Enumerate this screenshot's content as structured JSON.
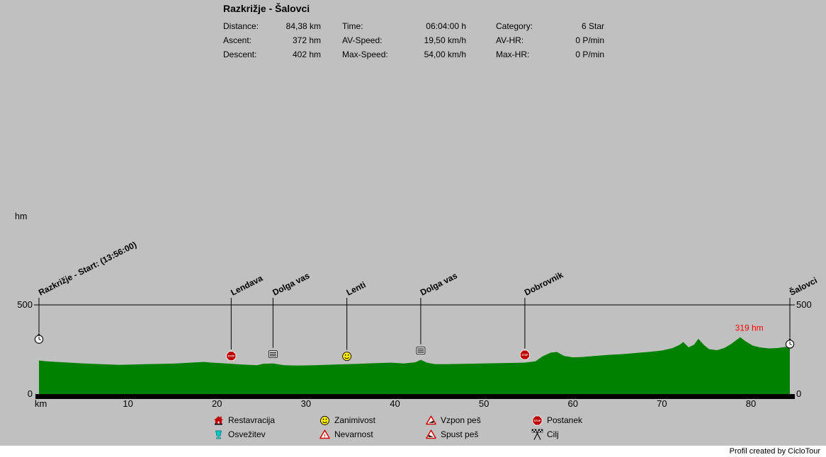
{
  "header": {
    "title": "Razkrižje - Šalovci",
    "stats": {
      "columns": [
        {
          "rows": [
            {
              "label": "Distance:",
              "value": "84,38 km"
            },
            {
              "label": "Ascent:",
              "value": "372 hm"
            },
            {
              "label": "Descent:",
              "value": "402 hm"
            }
          ]
        },
        {
          "rows": [
            {
              "label": "Time:",
              "value": "06:04:00 h"
            },
            {
              "label": "AV-Speed:",
              "value": "19,50 km/h"
            },
            {
              "label": "Max-Speed:",
              "value": "54,00 km/h"
            }
          ]
        },
        {
          "rows": [
            {
              "label": "Category:",
              "value": "6 Star"
            },
            {
              "label": "AV-HR:",
              "value": "0 P/min"
            },
            {
              "label": "Max-HR:",
              "value": "0 P/min"
            }
          ]
        }
      ]
    }
  },
  "chart_data": {
    "type": "area",
    "title": "Razkrižje - Šalovci",
    "xlabel": "km",
    "ylabel": "hm",
    "xlim": [
      0,
      84.38
    ],
    "ylim": [
      0,
      500
    ],
    "x_ticks": [
      10,
      20,
      30,
      40,
      50,
      60,
      70,
      80
    ],
    "y_tick_labels": [
      "0",
      "500"
    ],
    "gridline_y": 500,
    "fill_color": "#008000",
    "profile": [
      [
        0,
        188
      ],
      [
        0.8,
        184
      ],
      [
        2,
        180
      ],
      [
        3.5,
        176
      ],
      [
        5,
        172
      ],
      [
        7,
        168
      ],
      [
        9,
        164
      ],
      [
        10.5,
        166
      ],
      [
        12,
        168
      ],
      [
        14,
        170
      ],
      [
        15.5,
        172
      ],
      [
        17,
        176
      ],
      [
        18.5,
        180
      ],
      [
        19.5,
        176
      ],
      [
        21,
        172
      ],
      [
        21.6,
        170
      ],
      [
        23,
        165
      ],
      [
        24.5,
        162
      ],
      [
        25.2,
        170
      ],
      [
        26.3,
        172
      ],
      [
        27.5,
        162
      ],
      [
        29,
        160
      ],
      [
        31,
        162
      ],
      [
        33,
        165
      ],
      [
        34.6,
        168
      ],
      [
        36,
        170
      ],
      [
        38,
        174
      ],
      [
        39.5,
        176
      ],
      [
        41,
        172
      ],
      [
        42.3,
        178
      ],
      [
        42.9,
        192
      ],
      [
        43.6,
        176
      ],
      [
        44.5,
        168
      ],
      [
        46,
        168
      ],
      [
        48,
        170
      ],
      [
        50,
        172
      ],
      [
        52,
        174
      ],
      [
        54.6,
        176
      ],
      [
        55.8,
        184
      ],
      [
        56.6,
        212
      ],
      [
        57.5,
        232
      ],
      [
        58.2,
        236
      ],
      [
        59,
        214
      ],
      [
        60,
        206
      ],
      [
        61,
        208
      ],
      [
        62.5,
        214
      ],
      [
        64,
        220
      ],
      [
        65.5,
        224
      ],
      [
        67,
        230
      ],
      [
        68.5,
        236
      ],
      [
        70,
        244
      ],
      [
        71.2,
        258
      ],
      [
        72,
        276
      ],
      [
        72.4,
        292
      ],
      [
        73,
        262
      ],
      [
        73.6,
        276
      ],
      [
        74.1,
        310
      ],
      [
        74.7,
        276
      ],
      [
        75.3,
        252
      ],
      [
        76.2,
        246
      ],
      [
        77,
        258
      ],
      [
        77.7,
        278
      ],
      [
        78.3,
        300
      ],
      [
        78.8,
        319
      ],
      [
        79.4,
        296
      ],
      [
        80.2,
        272
      ],
      [
        81,
        262
      ],
      [
        82,
        256
      ],
      [
        83,
        258
      ],
      [
        84.38,
        268
      ]
    ],
    "waypoints": [
      {
        "km": 0,
        "label": "Razkrižje - Start: (13:56:00)",
        "icon": "clock",
        "icon_dy": -30
      },
      {
        "km": 21.6,
        "label": "Lendava",
        "icon": "stop",
        "icon_dy": -11
      },
      {
        "km": 26.3,
        "label": "Dolga vas",
        "icon": "border",
        "icon_dy": -13
      },
      {
        "km": 34.6,
        "label": "Lenti",
        "icon": "smiley",
        "icon_dy": -11
      },
      {
        "km": 42.9,
        "label": "Dolga vas",
        "icon": "border",
        "icon_dy": -13
      },
      {
        "km": 54.6,
        "label": "Dobrovnik",
        "icon": "stop",
        "icon_dy": -11
      },
      {
        "km": 84.38,
        "label": "Šalovci",
        "icon": "clock",
        "icon_dy": -3
      }
    ],
    "annotation": {
      "text": "319 hm",
      "km": 78.7,
      "hm": 319,
      "color": "#ff0000"
    }
  },
  "legend": {
    "items": [
      {
        "icon": "house",
        "label": "Restavracija"
      },
      {
        "icon": "refresh",
        "label": "Osvežitev"
      },
      {
        "icon": "smiley",
        "label": "Zanimivost"
      },
      {
        "icon": "danger",
        "label": "Nevarnost"
      },
      {
        "icon": "walk-up",
        "label": "Vzpon peš"
      },
      {
        "icon": "walk-down",
        "label": "Spust peš"
      },
      {
        "icon": "stop",
        "label": "Postanek"
      },
      {
        "icon": "flag",
        "label": "Cilj"
      }
    ]
  },
  "footer": {
    "credit": "Profil created by CicloTour"
  },
  "colors": {
    "background": "#c0c0c0",
    "profile_fill": "#008000",
    "annotation_red": "#ff0000",
    "stop_red": "#c00000",
    "smiley_yellow": "#ffee00",
    "refresh_cyan": "#00c8c8",
    "footer_bg": "#ffffff"
  }
}
